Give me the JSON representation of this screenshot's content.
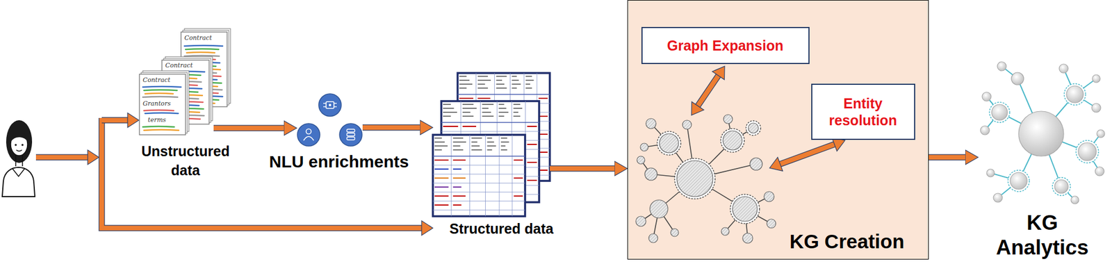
{
  "diagram": {
    "nodes": [
      {
        "text": [
          "Unstructured data"
        ]
      },
      {
        "text": [
          "NLU enrichments"
        ]
      },
      {
        "text": [
          "Structured data"
        ]
      },
      {
        "text": [
          "KG Creation"
        ]
      },
      {
        "text": [
          "Graph Expansion"
        ],
        "in": 3
      },
      {
        "text": [
          "Entity resolution"
        ],
        "in": 3
      },
      {
        "text": [
          "KG Analytics"
        ]
      }
    ],
    "edges": [
      {
        "from": 0,
        "to": 1,
        "arrow": "to"
      },
      {
        "from": 1,
        "to": 2,
        "arrow": "to"
      },
      {
        "from": 2,
        "to": 3,
        "arrow": "to"
      },
      {
        "from": 3,
        "to": 6,
        "arrow": "to"
      }
    ],
    "labels": [
      "Contract",
      "Contract",
      "Contract",
      "Grantors",
      "terms"
    ]
  }
}
